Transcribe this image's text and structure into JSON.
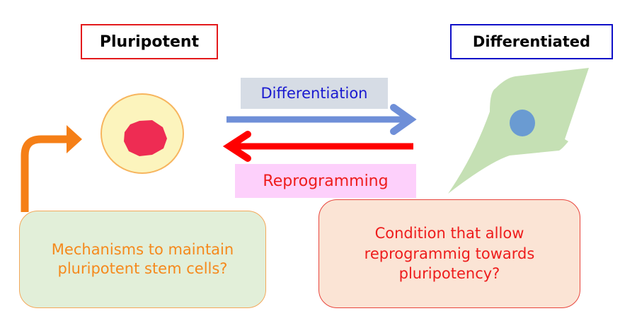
{
  "labels": {
    "pluripotent": "Pluripotent",
    "differentiated": "Differentiated",
    "differentiation": "Differentiation",
    "reprogramming": "Reprogramming"
  },
  "callouts": {
    "left": {
      "line1": "Mechanisms to maintain",
      "line2": "pluripotent stem cells?"
    },
    "right": {
      "line1": "Condition that allow",
      "line2": "reprogrammig towards",
      "line3": "pluripotency?"
    }
  },
  "icons": {
    "pluripotent_cell": "round-cell-icon",
    "differentiated_cell": "spindle-cell-icon",
    "differentiation_arrow": "arrow-right",
    "reprogramming_arrow": "arrow-left",
    "maintenance_arrow": "bent-arrow-up-right"
  },
  "colors": {
    "pluripotent_border": "#e31a1c",
    "differentiated_border": "#1010c8",
    "differentiation_arrow": "#6f8fd8",
    "reprogramming_arrow": "#ff0000",
    "maintenance_arrow": "#f57f17",
    "cell_cytoplasm": "#fcf4bd",
    "cell_nucleus": "#ee2c53",
    "diff_cell_body": "#c5e0b4",
    "diff_cell_nucleus": "#6a9bd2"
  }
}
